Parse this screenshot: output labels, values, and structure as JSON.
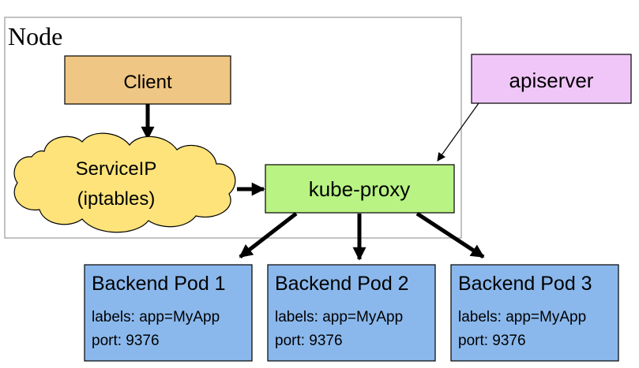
{
  "node": {
    "label": "Node"
  },
  "client": {
    "label": "Client"
  },
  "service_ip": {
    "line1": "ServiceIP",
    "line2": "(iptables)"
  },
  "apiserver": {
    "label": "apiserver"
  },
  "kube_proxy": {
    "label": "kube-proxy"
  },
  "pods": [
    {
      "title": "Backend Pod 1",
      "labels": "labels: app=MyApp",
      "port": "port: 9376"
    },
    {
      "title": "Backend Pod 2",
      "labels": "labels: app=MyApp",
      "port": "port: 9376"
    },
    {
      "title": "Backend Pod 3",
      "labels": "labels: app=MyApp",
      "port": "port: 9376"
    }
  ],
  "colors": {
    "client": "#efc683",
    "service_ip": "#fde37a",
    "apiserver": "#f0c6f8",
    "kube_proxy": "#b8f383",
    "pod": "#8ab8ec"
  }
}
